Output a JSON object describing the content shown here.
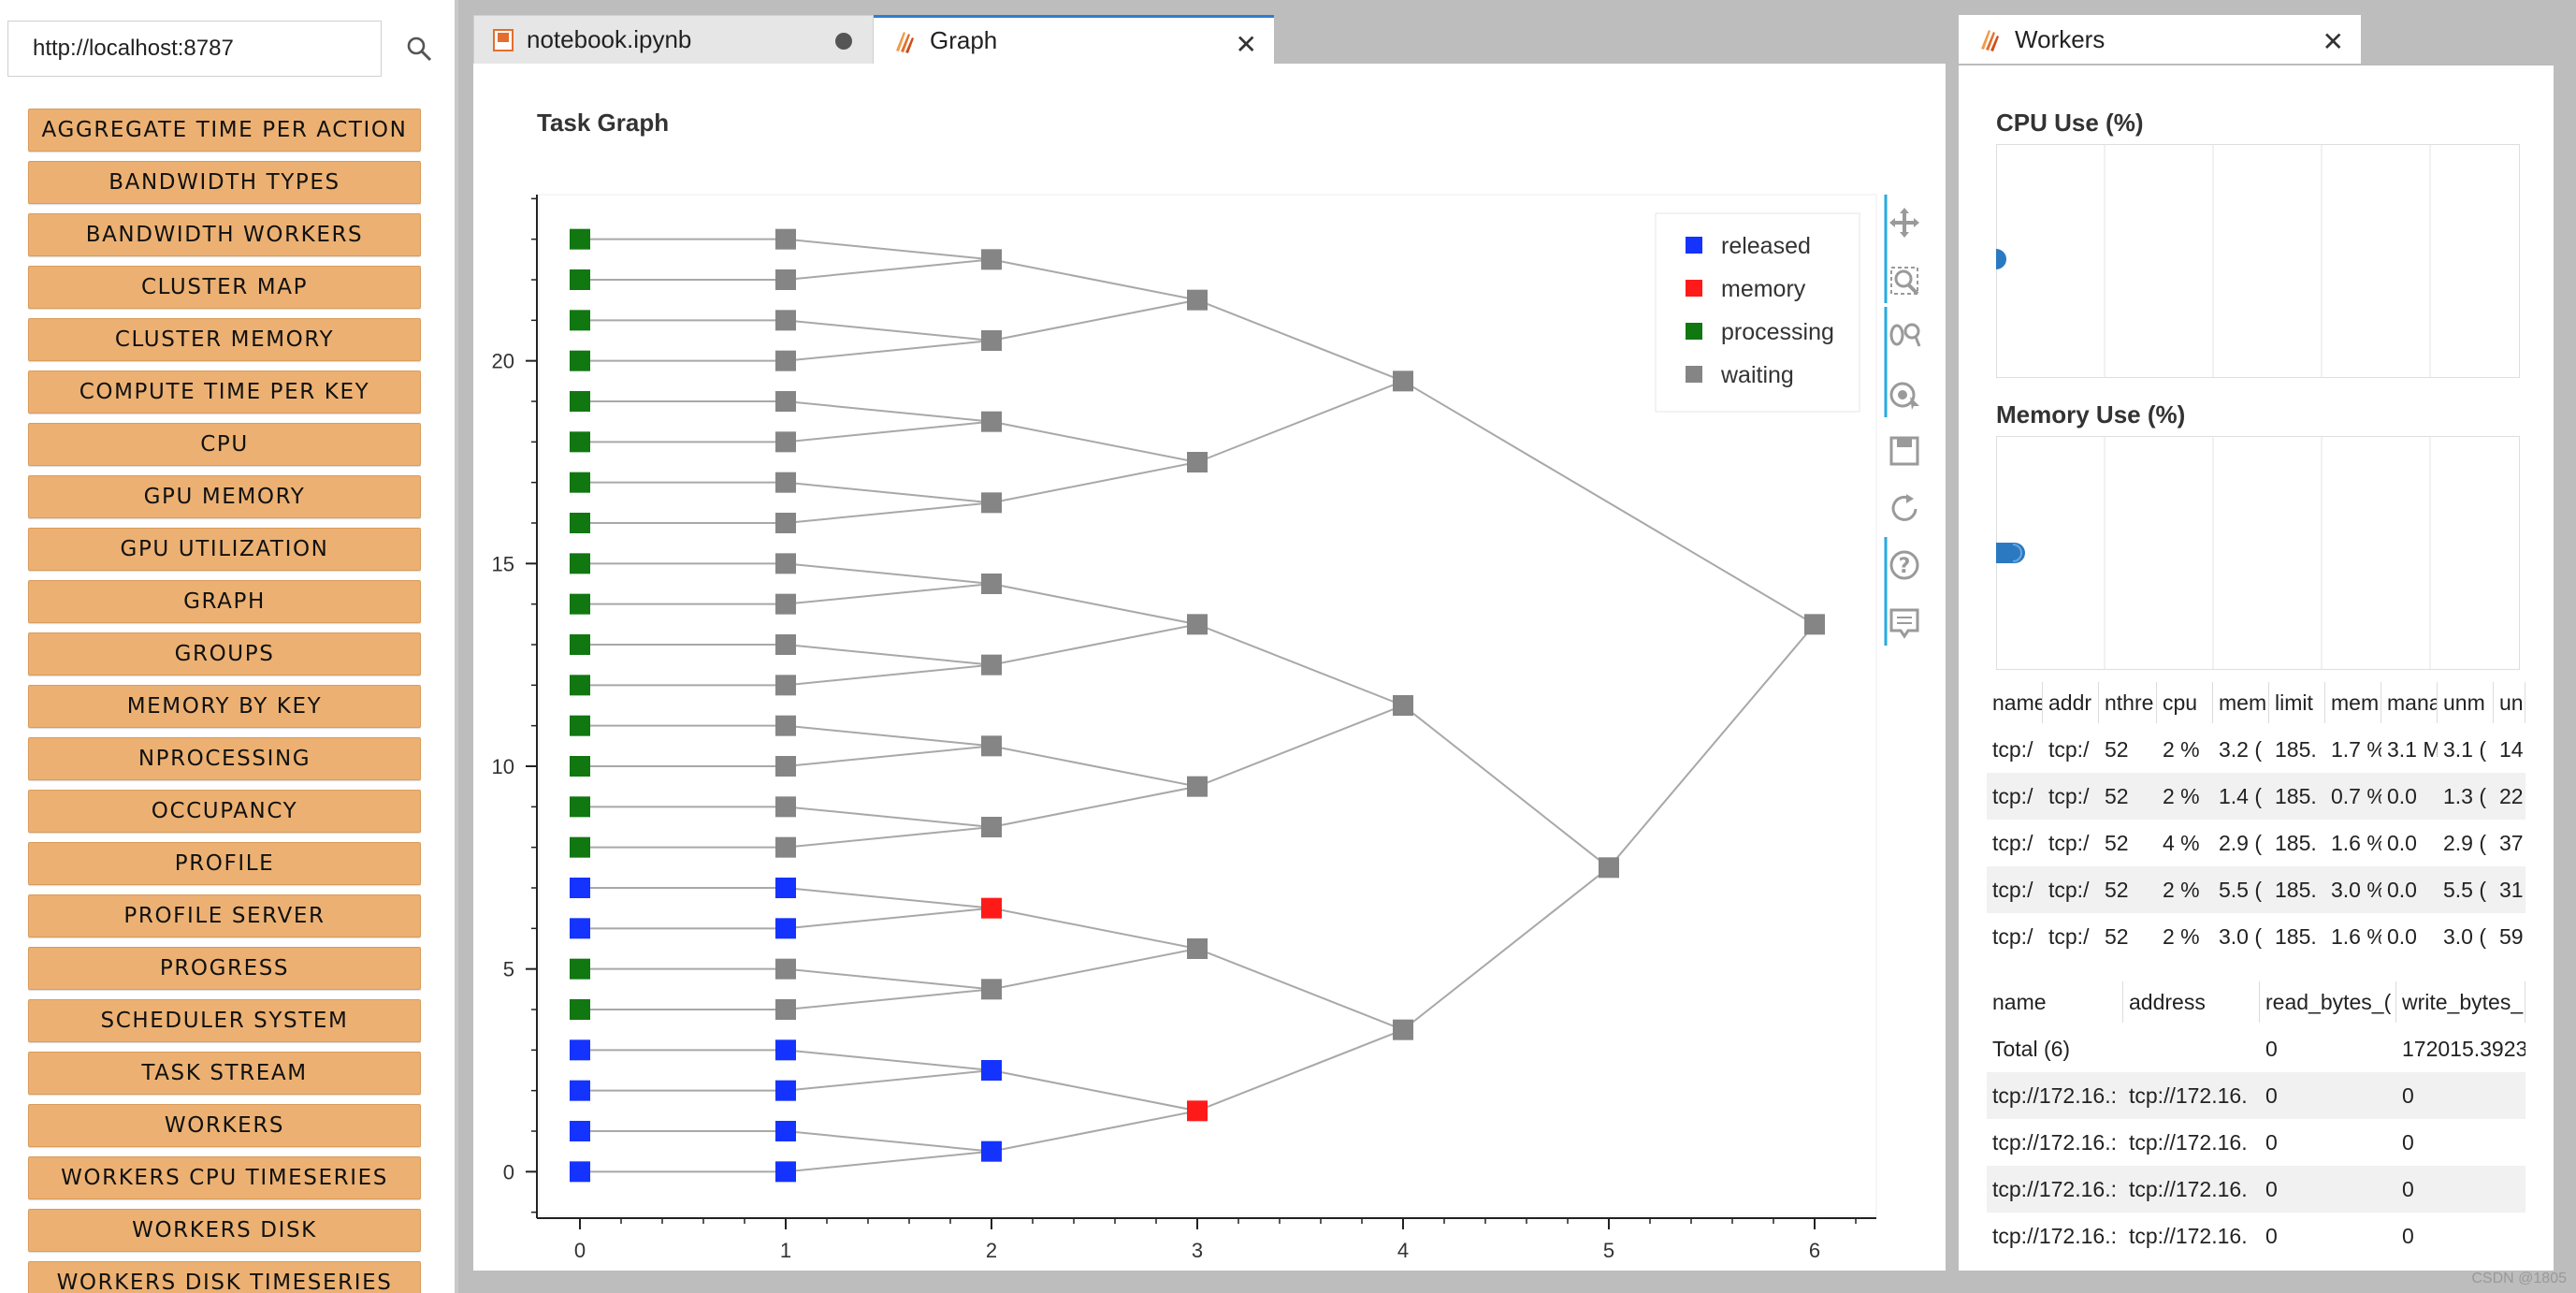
{
  "sidebar": {
    "url_value": "http://localhost:8787",
    "plots": [
      "AGGREGATE TIME PER ACTION",
      "BANDWIDTH TYPES",
      "BANDWIDTH WORKERS",
      "CLUSTER MAP",
      "CLUSTER MEMORY",
      "COMPUTE TIME PER KEY",
      "CPU",
      "GPU MEMORY",
      "GPU UTILIZATION",
      "GRAPH",
      "GROUPS",
      "MEMORY BY KEY",
      "NPROCESSING",
      "OCCUPANCY",
      "PROFILE",
      "PROFILE SERVER",
      "PROGRESS",
      "SCHEDULER SYSTEM",
      "TASK STREAM",
      "WORKERS",
      "WORKERS CPU TIMESERIES",
      "WORKERS DISK",
      "WORKERS DISK TIMESERIES"
    ]
  },
  "tabs": {
    "notebook": "notebook.ipynb",
    "graph": "Graph",
    "workers": "Workers"
  },
  "graph": {
    "title": "Task Graph",
    "colors": {
      "released": "#1433ff",
      "memory": "#ff1a1a",
      "processing": "#117711",
      "waiting": "#858585"
    },
    "legend": [
      "released",
      "memory",
      "processing",
      "waiting"
    ]
  },
  "chart_data": {
    "type": "scatter",
    "title": "Task Graph",
    "xlabel": "",
    "ylabel": "",
    "xlim": [
      -0.2,
      6.3
    ],
    "ylim": [
      -1.1,
      24.1
    ],
    "x_ticks": [
      0,
      1,
      2,
      3,
      4,
      5,
      6
    ],
    "y_ticks": [
      0,
      5,
      10,
      15,
      20
    ],
    "legend_position": "top-right",
    "categories": [
      "released",
      "memory",
      "processing",
      "waiting"
    ],
    "nodes": [
      {
        "x": 0,
        "y": 0,
        "state": "released"
      },
      {
        "x": 0,
        "y": 1,
        "state": "released"
      },
      {
        "x": 0,
        "y": 2,
        "state": "released"
      },
      {
        "x": 0,
        "y": 3,
        "state": "released"
      },
      {
        "x": 0,
        "y": 4,
        "state": "processing"
      },
      {
        "x": 0,
        "y": 5,
        "state": "processing"
      },
      {
        "x": 0,
        "y": 6,
        "state": "released"
      },
      {
        "x": 0,
        "y": 7,
        "state": "released"
      },
      {
        "x": 0,
        "y": 8,
        "state": "processing"
      },
      {
        "x": 0,
        "y": 9,
        "state": "processing"
      },
      {
        "x": 0,
        "y": 10,
        "state": "processing"
      },
      {
        "x": 0,
        "y": 11,
        "state": "processing"
      },
      {
        "x": 0,
        "y": 12,
        "state": "processing"
      },
      {
        "x": 0,
        "y": 13,
        "state": "processing"
      },
      {
        "x": 0,
        "y": 14,
        "state": "processing"
      },
      {
        "x": 0,
        "y": 15,
        "state": "processing"
      },
      {
        "x": 0,
        "y": 16,
        "state": "processing"
      },
      {
        "x": 0,
        "y": 17,
        "state": "processing"
      },
      {
        "x": 0,
        "y": 18,
        "state": "processing"
      },
      {
        "x": 0,
        "y": 19,
        "state": "processing"
      },
      {
        "x": 0,
        "y": 20,
        "state": "processing"
      },
      {
        "x": 0,
        "y": 21,
        "state": "processing"
      },
      {
        "x": 0,
        "y": 22,
        "state": "processing"
      },
      {
        "x": 0,
        "y": 23,
        "state": "processing"
      },
      {
        "x": 1,
        "y": 0,
        "state": "released"
      },
      {
        "x": 1,
        "y": 1,
        "state": "released"
      },
      {
        "x": 1,
        "y": 2,
        "state": "released"
      },
      {
        "x": 1,
        "y": 3,
        "state": "released"
      },
      {
        "x": 1,
        "y": 4,
        "state": "waiting"
      },
      {
        "x": 1,
        "y": 5,
        "state": "waiting"
      },
      {
        "x": 1,
        "y": 6,
        "state": "released"
      },
      {
        "x": 1,
        "y": 7,
        "state": "released"
      },
      {
        "x": 1,
        "y": 8,
        "state": "waiting"
      },
      {
        "x": 1,
        "y": 9,
        "state": "waiting"
      },
      {
        "x": 1,
        "y": 10,
        "state": "waiting"
      },
      {
        "x": 1,
        "y": 11,
        "state": "waiting"
      },
      {
        "x": 1,
        "y": 12,
        "state": "waiting"
      },
      {
        "x": 1,
        "y": 13,
        "state": "waiting"
      },
      {
        "x": 1,
        "y": 14,
        "state": "waiting"
      },
      {
        "x": 1,
        "y": 15,
        "state": "waiting"
      },
      {
        "x": 1,
        "y": 16,
        "state": "waiting"
      },
      {
        "x": 1,
        "y": 17,
        "state": "waiting"
      },
      {
        "x": 1,
        "y": 18,
        "state": "waiting"
      },
      {
        "x": 1,
        "y": 19,
        "state": "waiting"
      },
      {
        "x": 1,
        "y": 20,
        "state": "waiting"
      },
      {
        "x": 1,
        "y": 21,
        "state": "waiting"
      },
      {
        "x": 1,
        "y": 22,
        "state": "waiting"
      },
      {
        "x": 1,
        "y": 23,
        "state": "waiting"
      },
      {
        "x": 2,
        "y": 0.5,
        "state": "released"
      },
      {
        "x": 2,
        "y": 2.5,
        "state": "released"
      },
      {
        "x": 2,
        "y": 4.5,
        "state": "waiting"
      },
      {
        "x": 2,
        "y": 6.5,
        "state": "memory"
      },
      {
        "x": 2,
        "y": 8.5,
        "state": "waiting"
      },
      {
        "x": 2,
        "y": 10.5,
        "state": "waiting"
      },
      {
        "x": 2,
        "y": 12.5,
        "state": "waiting"
      },
      {
        "x": 2,
        "y": 14.5,
        "state": "waiting"
      },
      {
        "x": 2,
        "y": 16.5,
        "state": "waiting"
      },
      {
        "x": 2,
        "y": 18.5,
        "state": "waiting"
      },
      {
        "x": 2,
        "y": 20.5,
        "state": "waiting"
      },
      {
        "x": 2,
        "y": 22.5,
        "state": "waiting"
      },
      {
        "x": 3,
        "y": 1.5,
        "state": "memory"
      },
      {
        "x": 3,
        "y": 5.5,
        "state": "waiting"
      },
      {
        "x": 3,
        "y": 9.5,
        "state": "waiting"
      },
      {
        "x": 3,
        "y": 13.5,
        "state": "waiting"
      },
      {
        "x": 3,
        "y": 17.5,
        "state": "waiting"
      },
      {
        "x": 3,
        "y": 21.5,
        "state": "waiting"
      },
      {
        "x": 4,
        "y": 3.5,
        "state": "waiting"
      },
      {
        "x": 4,
        "y": 11.5,
        "state": "waiting"
      },
      {
        "x": 4,
        "y": 19.5,
        "state": "waiting"
      },
      {
        "x": 5,
        "y": 7.5,
        "state": "waiting"
      },
      {
        "x": 6,
        "y": 13.5,
        "state": "waiting"
      }
    ],
    "edges": [
      [
        [
          0,
          0
        ],
        [
          1,
          0
        ]
      ],
      [
        [
          0,
          1
        ],
        [
          1,
          1
        ]
      ],
      [
        [
          0,
          2
        ],
        [
          1,
          2
        ]
      ],
      [
        [
          0,
          3
        ],
        [
          1,
          3
        ]
      ],
      [
        [
          0,
          4
        ],
        [
          1,
          4
        ]
      ],
      [
        [
          0,
          5
        ],
        [
          1,
          5
        ]
      ],
      [
        [
          0,
          6
        ],
        [
          1,
          6
        ]
      ],
      [
        [
          0,
          7
        ],
        [
          1,
          7
        ]
      ],
      [
        [
          0,
          8
        ],
        [
          1,
          8
        ]
      ],
      [
        [
          0,
          9
        ],
        [
          1,
          9
        ]
      ],
      [
        [
          0,
          10
        ],
        [
          1,
          10
        ]
      ],
      [
        [
          0,
          11
        ],
        [
          1,
          11
        ]
      ],
      [
        [
          0,
          12
        ],
        [
          1,
          12
        ]
      ],
      [
        [
          0,
          13
        ],
        [
          1,
          13
        ]
      ],
      [
        [
          0,
          14
        ],
        [
          1,
          14
        ]
      ],
      [
        [
          0,
          15
        ],
        [
          1,
          15
        ]
      ],
      [
        [
          0,
          16
        ],
        [
          1,
          16
        ]
      ],
      [
        [
          0,
          17
        ],
        [
          1,
          17
        ]
      ],
      [
        [
          0,
          18
        ],
        [
          1,
          18
        ]
      ],
      [
        [
          0,
          19
        ],
        [
          1,
          19
        ]
      ],
      [
        [
          0,
          20
        ],
        [
          1,
          20
        ]
      ],
      [
        [
          0,
          21
        ],
        [
          1,
          21
        ]
      ],
      [
        [
          0,
          22
        ],
        [
          1,
          22
        ]
      ],
      [
        [
          0,
          23
        ],
        [
          1,
          23
        ]
      ],
      [
        [
          1,
          0
        ],
        [
          2,
          0.5
        ]
      ],
      [
        [
          1,
          1
        ],
        [
          2,
          0.5
        ]
      ],
      [
        [
          1,
          2
        ],
        [
          2,
          2.5
        ]
      ],
      [
        [
          1,
          3
        ],
        [
          2,
          2.5
        ]
      ],
      [
        [
          1,
          4
        ],
        [
          2,
          4.5
        ]
      ],
      [
        [
          1,
          5
        ],
        [
          2,
          4.5
        ]
      ],
      [
        [
          1,
          6
        ],
        [
          2,
          6.5
        ]
      ],
      [
        [
          1,
          7
        ],
        [
          2,
          6.5
        ]
      ],
      [
        [
          1,
          8
        ],
        [
          2,
          8.5
        ]
      ],
      [
        [
          1,
          9
        ],
        [
          2,
          8.5
        ]
      ],
      [
        [
          1,
          10
        ],
        [
          2,
          10.5
        ]
      ],
      [
        [
          1,
          11
        ],
        [
          2,
          10.5
        ]
      ],
      [
        [
          1,
          12
        ],
        [
          2,
          12.5
        ]
      ],
      [
        [
          1,
          13
        ],
        [
          2,
          12.5
        ]
      ],
      [
        [
          1,
          14
        ],
        [
          2,
          14.5
        ]
      ],
      [
        [
          1,
          15
        ],
        [
          2,
          14.5
        ]
      ],
      [
        [
          1,
          16
        ],
        [
          2,
          16.5
        ]
      ],
      [
        [
          1,
          17
        ],
        [
          2,
          16.5
        ]
      ],
      [
        [
          1,
          18
        ],
        [
          2,
          18.5
        ]
      ],
      [
        [
          1,
          19
        ],
        [
          2,
          18.5
        ]
      ],
      [
        [
          1,
          20
        ],
        [
          2,
          20.5
        ]
      ],
      [
        [
          1,
          21
        ],
        [
          2,
          20.5
        ]
      ],
      [
        [
          1,
          22
        ],
        [
          2,
          22.5
        ]
      ],
      [
        [
          1,
          23
        ],
        [
          2,
          22.5
        ]
      ],
      [
        [
          2,
          0.5
        ],
        [
          3,
          1.5
        ]
      ],
      [
        [
          2,
          2.5
        ],
        [
          3,
          1.5
        ]
      ],
      [
        [
          2,
          4.5
        ],
        [
          3,
          5.5
        ]
      ],
      [
        [
          2,
          6.5
        ],
        [
          3,
          5.5
        ]
      ],
      [
        [
          2,
          8.5
        ],
        [
          3,
          9.5
        ]
      ],
      [
        [
          2,
          10.5
        ],
        [
          3,
          9.5
        ]
      ],
      [
        [
          2,
          12.5
        ],
        [
          3,
          13.5
        ]
      ],
      [
        [
          2,
          14.5
        ],
        [
          3,
          13.5
        ]
      ],
      [
        [
          2,
          16.5
        ],
        [
          3,
          17.5
        ]
      ],
      [
        [
          2,
          18.5
        ],
        [
          3,
          17.5
        ]
      ],
      [
        [
          2,
          20.5
        ],
        [
          3,
          21.5
        ]
      ],
      [
        [
          2,
          22.5
        ],
        [
          3,
          21.5
        ]
      ],
      [
        [
          3,
          1.5
        ],
        [
          4,
          3.5
        ]
      ],
      [
        [
          3,
          5.5
        ],
        [
          4,
          3.5
        ]
      ],
      [
        [
          3,
          9.5
        ],
        [
          4,
          11.5
        ]
      ],
      [
        [
          3,
          13.5
        ],
        [
          4,
          11.5
        ]
      ],
      [
        [
          3,
          17.5
        ],
        [
          4,
          19.5
        ]
      ],
      [
        [
          3,
          21.5
        ],
        [
          4,
          19.5
        ]
      ],
      [
        [
          4,
          3.5
        ],
        [
          5,
          7.5
        ]
      ],
      [
        [
          4,
          11.5
        ],
        [
          5,
          7.5
        ]
      ],
      [
        [
          4,
          19.5
        ],
        [
          6,
          13.5
        ]
      ],
      [
        [
          5,
          7.5
        ],
        [
          6,
          13.5
        ]
      ]
    ]
  },
  "toolbar_icons": [
    "pan-icon",
    "box-zoom-icon",
    "wheel-zoom-icon",
    "tap-icon",
    "save-icon",
    "reset-icon",
    "help-icon",
    "hover-icon"
  ],
  "workers": {
    "cpu_title": "CPU Use (%)",
    "mem_title": "Memory Use (%)",
    "table1": {
      "headers": [
        "name",
        "addr",
        "nthre",
        "cpu",
        "mem",
        "limit",
        "mem",
        "mana",
        "unm",
        "unr"
      ],
      "rows": [
        [
          "tcp:/",
          "tcp:/",
          "52",
          "2 %",
          "3.2 (",
          "185.",
          "1.7 %",
          "3.1 M",
          "3.1 (",
          "14"
        ],
        [
          "tcp:/",
          "tcp:/",
          "52",
          "2 %",
          "1.4 (",
          "185.",
          "0.7 %",
          "0.0",
          "1.3 (",
          "22"
        ],
        [
          "tcp:/",
          "tcp:/",
          "52",
          "4 %",
          "2.9 (",
          "185.",
          "1.6 %",
          "0.0",
          "2.9 (",
          "37"
        ],
        [
          "tcp:/",
          "tcp:/",
          "52",
          "2 %",
          "5.5 (",
          "185.",
          "3.0 %",
          "0.0",
          "5.5 (",
          "31"
        ],
        [
          "tcp:/",
          "tcp:/",
          "52",
          "2 %",
          "3.0 (",
          "185.",
          "1.6 %",
          "0.0",
          "3.0 (",
          "59"
        ]
      ]
    },
    "table2": {
      "headers": [
        "name",
        "address",
        "read_bytes_(",
        "write_bytes_"
      ],
      "rows": [
        [
          "Total (6)",
          "",
          "0",
          "172015.3923"
        ],
        [
          "tcp://172.16.:",
          "tcp://172.16.",
          "0",
          "0"
        ],
        [
          "tcp://172.16.:",
          "tcp://172.16.",
          "0",
          "0"
        ],
        [
          "tcp://172.16.:",
          "tcp://172.16.",
          "0",
          "0"
        ],
        [
          "tcp://172.16.:",
          "tcp://172.16.",
          "0",
          "0"
        ]
      ]
    }
  },
  "watermark": "CSDN @1805"
}
